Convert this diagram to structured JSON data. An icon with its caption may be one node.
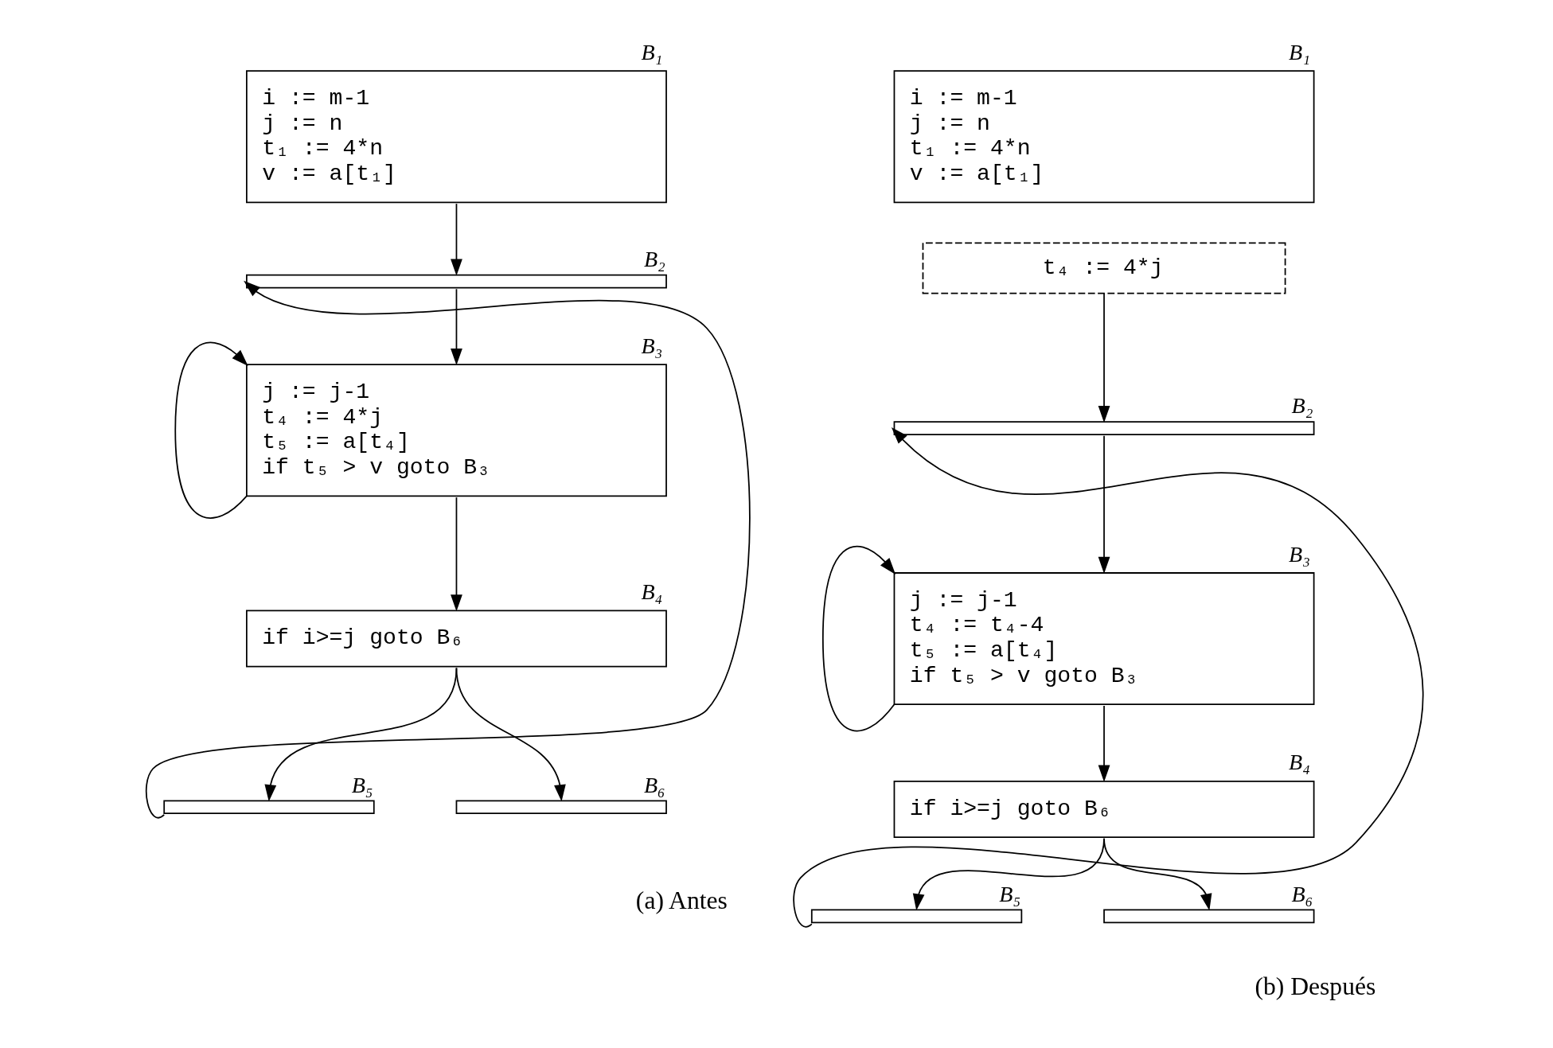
{
  "diagram": {
    "nodes": [
      {
        "text": [
          "B₁",
          "i := m-1",
          "j := n",
          "t₁ := 4*n",
          "v := a[t₁]"
        ]
      },
      {
        "text": [
          "B₂"
        ]
      },
      {
        "text": [
          "B₃",
          "j := j-1",
          "t₄ := 4*j",
          "t₅ := a[t₄]",
          "if t₅ > v goto B₃"
        ]
      },
      {
        "text": [
          "B₄",
          "if i>=j goto B₆"
        ]
      },
      {
        "text": [
          "B₅"
        ]
      },
      {
        "text": [
          "B₆"
        ]
      },
      {
        "text": [
          "B₁",
          "i := m-1",
          "j := n",
          "t₁ := 4*n",
          "v := a[t₁]"
        ]
      },
      {
        "text": [
          "t₄ := 4*j"
        ]
      },
      {
        "text": [
          "B₂"
        ]
      },
      {
        "text": [
          "B₃",
          "j := j-1",
          "t₄ := t₄-4",
          "t₅ := a[t₄]",
          "if t₅ > v goto B₃"
        ]
      },
      {
        "text": [
          "B₄",
          "if i>=j goto B₆"
        ]
      },
      {
        "text": [
          "B₅"
        ]
      },
      {
        "text": [
          "B₆"
        ]
      }
    ],
    "edges": [
      {
        "from": 0,
        "to": 1,
        "arrow": "to"
      },
      {
        "from": 1,
        "to": 2,
        "arrow": "to"
      },
      {
        "from": 2,
        "to": 2,
        "arrow": "to"
      },
      {
        "from": 2,
        "to": 3,
        "arrow": "to"
      },
      {
        "from": 3,
        "to": 4,
        "arrow": "to"
      },
      {
        "from": 3,
        "to": 5,
        "arrow": "to"
      },
      {
        "from": 4,
        "to": 1,
        "arrow": "to"
      },
      {
        "from": 7,
        "to": 8,
        "arrow": "to"
      },
      {
        "from": 8,
        "to": 9,
        "arrow": "to"
      },
      {
        "from": 9,
        "to": 9,
        "arrow": "to"
      },
      {
        "from": 9,
        "to": 10,
        "arrow": "to"
      },
      {
        "from": 10,
        "to": 11,
        "arrow": "to"
      },
      {
        "from": 10,
        "to": 12,
        "arrow": "to"
      },
      {
        "from": 11,
        "to": 8,
        "arrow": "to"
      }
    ],
    "labels": [
      "(a) Antes",
      "(b) Después"
    ]
  }
}
